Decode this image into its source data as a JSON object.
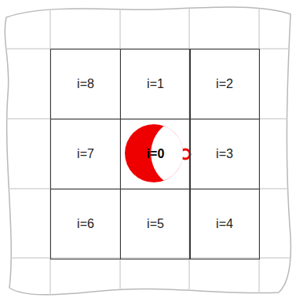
{
  "diagram": {
    "nodes": [
      {
        "text": [
          "i=8"
        ]
      },
      {
        "text": [
          "i=1"
        ]
      },
      {
        "text": [
          "i=2"
        ]
      },
      {
        "text": [
          "i=7"
        ]
      },
      {
        "text": [
          "i=0"
        ]
      },
      {
        "text": [
          "i=3"
        ]
      },
      {
        "text": [
          "i=6"
        ]
      },
      {
        "text": [
          "i=5"
        ]
      },
      {
        "text": [
          "i=4"
        ]
      }
    ]
  }
}
